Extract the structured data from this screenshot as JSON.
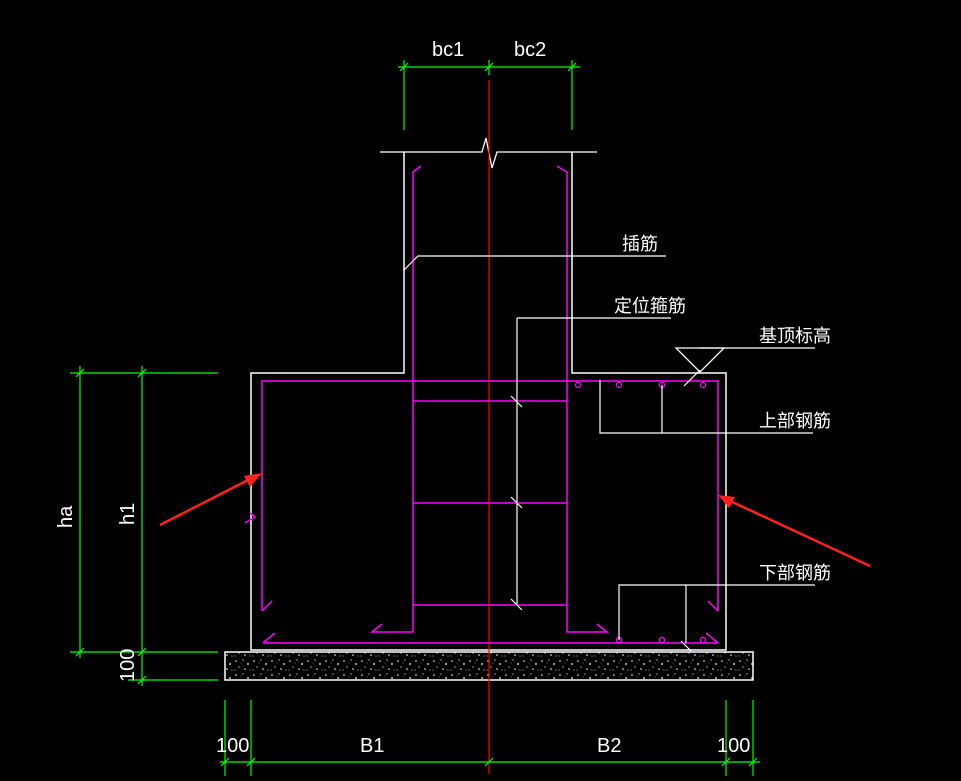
{
  "colors": {
    "background": "#000000",
    "outline": "#ffffff",
    "rebar": "#ff00ff",
    "axis": "#ff0000",
    "dimension": "#00ff00",
    "arrow": "#ff2020"
  },
  "labels": {
    "dowel": "插筋",
    "positioning_stirrup": "定位箍筋",
    "top_elevation": "基顶标高",
    "upper_rebar": "上部钢筋",
    "lower_rebar": "下部钢筋"
  },
  "dimensions": {
    "bc1": "bc1",
    "bc2": "bc2",
    "ha": "ha",
    "h1": "h1",
    "cushion_thickness": "100",
    "left_offset": "100",
    "b1": "B1",
    "b2": "B2",
    "right_offset": "100"
  },
  "icons": {
    "break_mark": "break-line-icon",
    "elevation_mark": "elevation-triangle-icon"
  }
}
